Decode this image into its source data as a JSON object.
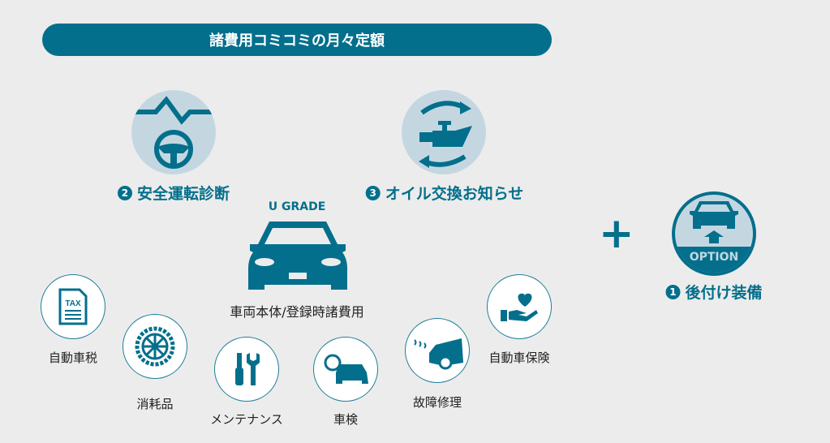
{
  "banner": "諸費用コミコミの月々定額",
  "features": [
    {
      "num": "2",
      "label": "安全運転診断",
      "icon": "steering-wheel-icon"
    },
    {
      "num": "3",
      "label": "オイル交換お知らせ",
      "icon": "oil-change-icon"
    }
  ],
  "grade": "U GRADE",
  "car_label": "車両本体/登録時諸費用",
  "items": [
    {
      "label": "自動車税",
      "icon": "tax-document-icon",
      "icon_text": "TAX"
    },
    {
      "label": "消耗品",
      "icon": "tire-icon"
    },
    {
      "label": "メンテナンス",
      "icon": "tools-icon"
    },
    {
      "label": "車検",
      "icon": "car-inspection-icon"
    },
    {
      "label": "故障修理",
      "icon": "broken-car-icon"
    },
    {
      "label": "自動車保険",
      "icon": "insurance-hand-heart-icon"
    }
  ],
  "plus": "+",
  "option": {
    "badge": "OPTION",
    "num": "1",
    "label": "後付け装備"
  },
  "colors": {
    "teal": "#036f8c",
    "light": "#c4d7e1",
    "bg": "#ececec"
  }
}
